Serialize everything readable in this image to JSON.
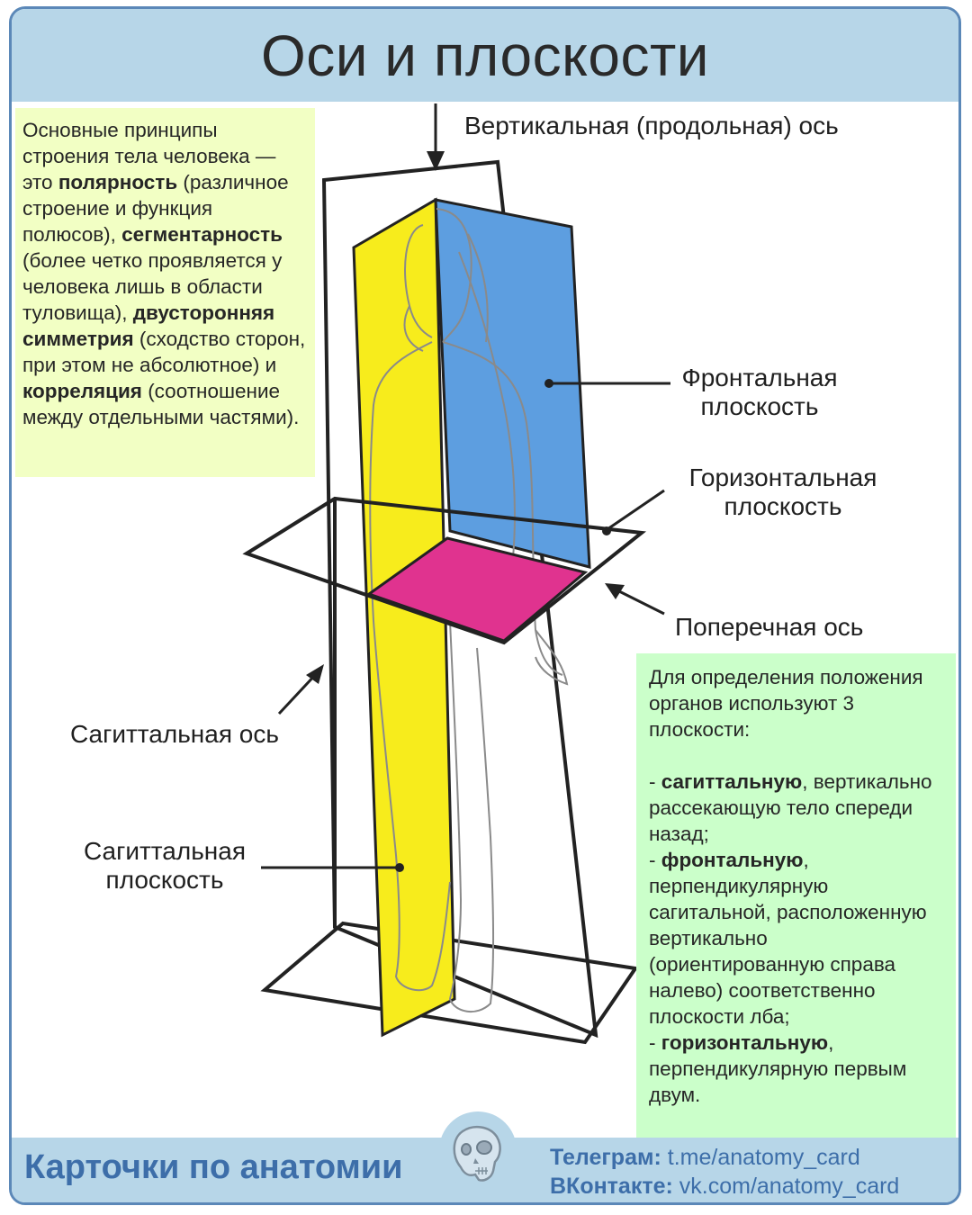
{
  "title": "Оси и плоскости",
  "intro": {
    "p1": "Основные принципы строения тела человека — это ",
    "b1": "полярность",
    "p2": " (различное строение и функция полюсов), ",
    "b2": "сегментарность",
    "p3": " (более четко проявляется у человека лишь в области туловища), ",
    "b3": "двусторонняя симметрия",
    "p4": " (сходство сторон, при этом не абсолютное) и ",
    "b4": "корреляция",
    "p5": " (соотношение между отдельными частями)."
  },
  "labels": {
    "vertical_axis": "Вертикальная (продольная) ось",
    "frontal_plane_1": "Фронтальная",
    "frontal_plane_2": "плоскость",
    "horizontal_plane_1": "Горизонтальная",
    "horizontal_plane_2": "плоскость",
    "transverse_axis": "Поперечная ось",
    "sagittal_axis": "Сагиттальная ось",
    "sagittal_plane_1": "Сагиттальная",
    "sagittal_plane_2": "плоскость"
  },
  "planes_info": {
    "intro": "Для определения положения органов используют 3 плоскости:",
    "dash": "- ",
    "item1_bold": "сагиттальную",
    "item1_text": ", вертикально рассекающую тело спереди назад;",
    "item2_bold": "фронтальную",
    "item2_text": ", перпендикулярную сагитальной, расположенную вертикально (ориентированную справа налево) соответственно плоскости лба;",
    "item3_bold": "горизонтальную",
    "item3_text": ", перпендикулярную первым двум."
  },
  "footer": {
    "brand": "Карточки по анатомии",
    "telegram_label": "Телеграм:",
    "telegram_link": "t.me/anatomy_card",
    "vk_label": "ВКонтакте:",
    "vk_link": "vk.com/anatomy_card"
  },
  "colors": {
    "header_bg": "#b7d6e8",
    "border": "#5b88b8",
    "brand_text": "#3d6ea9",
    "sagittal_plane": "#f7ec1c",
    "frontal_plane": "#5d9ee0",
    "horizontal_plane": "#e0338f",
    "intro_box": "#f2ffc4",
    "info_box": "#cbffca"
  },
  "icons": {
    "footer_badge": "skull-icon"
  }
}
